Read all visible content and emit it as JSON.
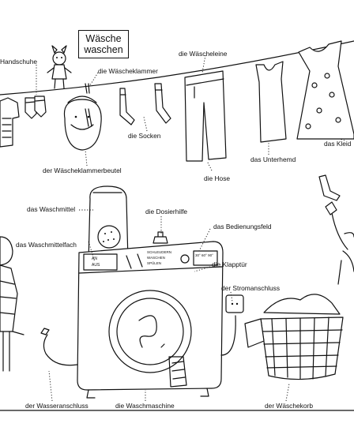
{
  "title": {
    "line1": "Wäsche",
    "line2": "waschen"
  },
  "labels": {
    "handschuhe": "Handschuhe",
    "waescheklammer": "die Wäscheklammer",
    "waescheleine": "die Wäscheleine",
    "socken": "die Socken",
    "waescheklammerbeutel": "der Wäscheklammerbeutel",
    "hose": "die Hose",
    "unterhemd": "das Unterhemd",
    "kleid": "das Kleid",
    "waschmittel": "das Waschmittel",
    "dosierhilfe": "die Dosierhilfe",
    "bedienungsfeld": "das Bedienungsfeld",
    "waschmittelfach": "das Waschmittelfach",
    "klapptuer": "die Klapptür",
    "stromanschluss": "der Stromanschluss",
    "wasseranschluss": "der Wasseranschluss",
    "waschmaschine": "die Waschmaschine",
    "waeschekorb": "der Wäschekorb"
  },
  "panel_text": {
    "an": "AN",
    "aus": "AUS",
    "opt1": "SCHLEUDERN",
    "opt2": "WASCHEN",
    "opt3": "SPÜLEN",
    "temp": "30°  60°  90°"
  },
  "icons": [
    "clothesline-illustration",
    "gloves-icon",
    "rabbit-toy-icon",
    "shirt-icon",
    "clothespin-bag-icon",
    "socks-icon",
    "trousers-icon",
    "undershirt-icon",
    "dress-icon",
    "detergent-bottle-icon",
    "dosing-cap-icon",
    "washing-machine-icon",
    "power-socket-icon",
    "water-hose-icon",
    "laundry-basket-icon",
    "child-figure-icon",
    "waving-child-icon"
  ]
}
